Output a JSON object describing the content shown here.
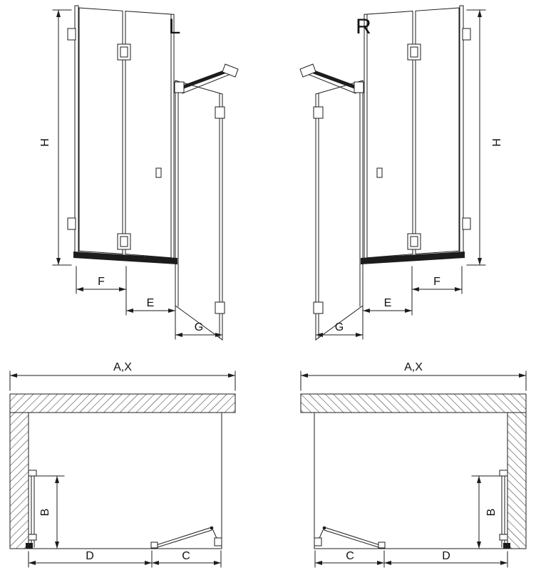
{
  "drawing": {
    "background": "#ffffff",
    "line_color": "#1c1c1c"
  },
  "elevations": {
    "left": {
      "label": "L",
      "height": "H",
      "panel1": "F",
      "panel2": "E",
      "side_panel": "G"
    },
    "right": {
      "label": "R",
      "height": "H",
      "panel1": "F",
      "panel2": "E",
      "side_panel": "G"
    }
  },
  "plans": {
    "left": {
      "width": "A,X",
      "depth": "B",
      "segment_long": "D",
      "segment_short": "C"
    },
    "right": {
      "width": "A,X",
      "depth": "B",
      "segment_long": "D",
      "segment_short": "C"
    }
  }
}
